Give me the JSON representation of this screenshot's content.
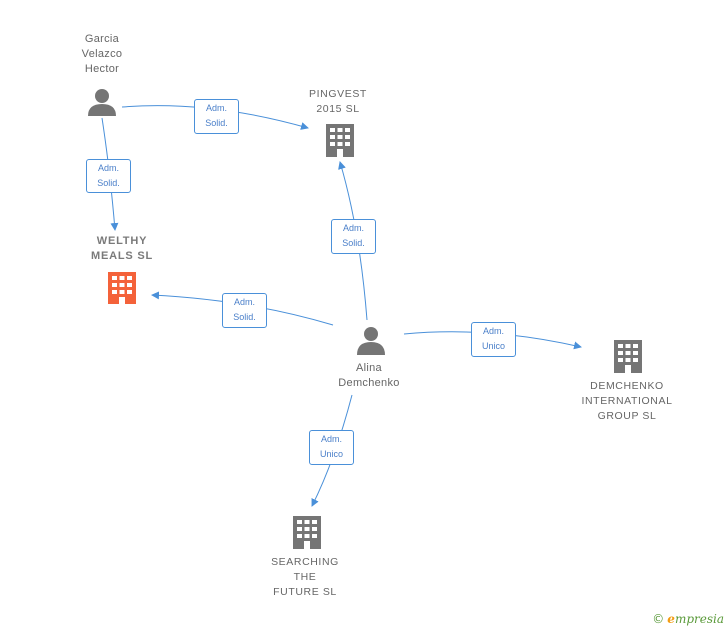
{
  "nodes": {
    "garcia": {
      "label": "Garcia\nVelazco\nHector",
      "type": "person"
    },
    "alina": {
      "label": "Alina\nDemchenko",
      "type": "person"
    },
    "pingvest": {
      "label": "PINGVEST\n2015  SL",
      "type": "company"
    },
    "welthy": {
      "label": "WELTHY\nMEALS  SL",
      "type": "company",
      "highlight": true
    },
    "demchenko": {
      "label": "DEMCHENKO\nINTERNATIONAL\nGROUP  SL",
      "type": "company"
    },
    "searching": {
      "label": "SEARCHING\nTHE\nFUTURE SL",
      "type": "company"
    }
  },
  "edges": {
    "garcia_pingvest": {
      "line1": "Adm.",
      "line2": "Solid."
    },
    "garcia_welthy": {
      "line1": "Adm.",
      "line2": "Solid."
    },
    "alina_pingvest": {
      "line1": "Adm.",
      "line2": "Solid."
    },
    "alina_welthy": {
      "line1": "Adm.",
      "line2": "Solid."
    },
    "alina_demchenko": {
      "line1": "Adm.",
      "line2": "Unico"
    },
    "alina_searching": {
      "line1": "Adm.",
      "line2": "Unico"
    }
  },
  "colors": {
    "edge": "#4a90d9",
    "icon": "#757575",
    "highlight_icon": "#f4623a"
  },
  "footer": {
    "copyright": "©",
    "brand_initial": "e",
    "brand_rest": "mpresia"
  }
}
